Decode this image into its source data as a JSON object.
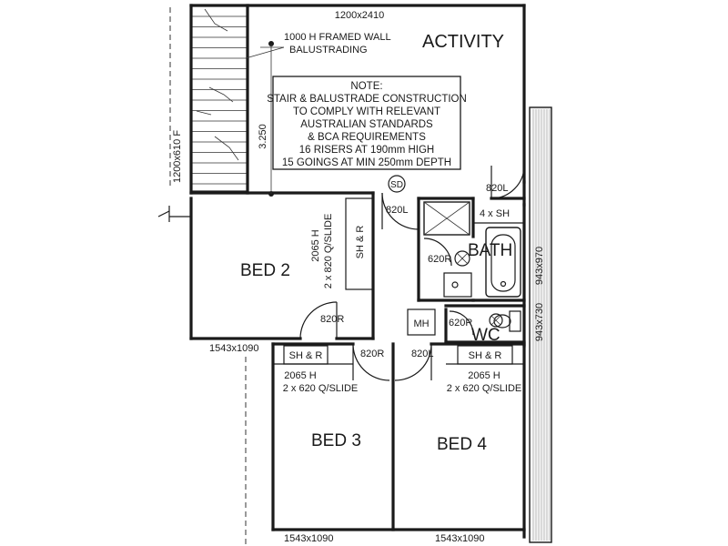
{
  "rooms": {
    "activity": "ACTIVITY",
    "bed2": "BED 2",
    "bed3": "BED 3",
    "bed4": "BED 4",
    "bath": "BATH",
    "wc": "WC"
  },
  "windows": {
    "top": "1200x2410",
    "left_stair": "1200x610 F",
    "bed2_bottom": "1543x1090",
    "bed3_bottom": "1543x1090",
    "bed4_bottom": "1543x1090",
    "right_bath": "943x970",
    "right_wc": "943x730"
  },
  "stair": {
    "balustrade_line1": "1000 H FRAMED WALL",
    "balustrade_line2": "BALUSTRADING",
    "dimension": "3.250"
  },
  "note": {
    "title": "NOTE:",
    "lines": [
      "STAIR & BALUSTRADE CONSTRUCTION",
      "TO COMPLY WITH RELEVANT",
      "AUSTRALIAN STANDARDS",
      "& BCA REQUIREMENTS",
      "16 RISERS AT 190mm HIGH",
      "15 GOINGS AT MIN 250mm DEPTH"
    ]
  },
  "doors": {
    "activity_right": "820L",
    "hall_top": "820L",
    "bath": "620R",
    "wc": "620R",
    "bed2": "820R",
    "bed3": "820R",
    "bed4": "820L"
  },
  "fixtures": {
    "smoke_detector": "SD",
    "shower": "4 x SH",
    "manhole": "MH",
    "bed2_robe": "SH & R",
    "bed3_robe": "SH & R",
    "bed4_robe": "SH & R"
  },
  "robes": {
    "bed2_height": "2065 H",
    "bed2_doors": "2 x 820 Q/SLIDE",
    "bed3_height": "2065 H",
    "bed3_doors": "2 x 620 Q/SLIDE",
    "bed4_height": "2065 H",
    "bed4_doors": "2 x 620 Q/SLIDE"
  }
}
